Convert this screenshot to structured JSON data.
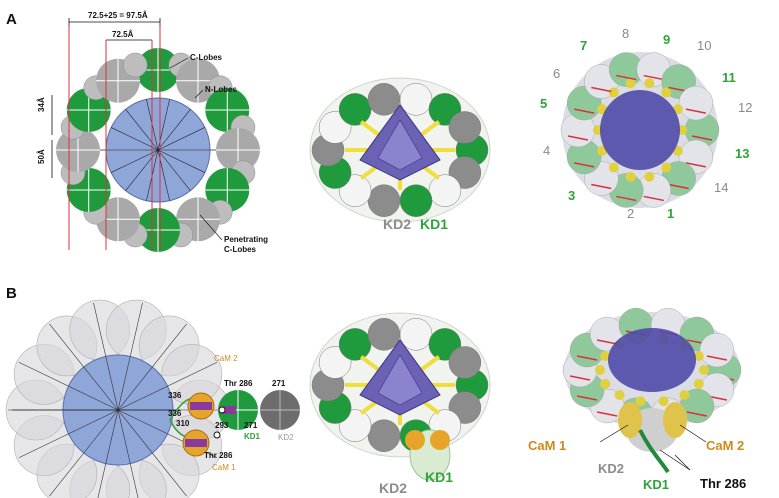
{
  "panels": {
    "a": "A",
    "b": "B"
  },
  "panel_a": {
    "dim_top": "72.5+25 = 97.5Å",
    "dim_inner": "72.5Å",
    "dim_34": "34Å",
    "dim_50": "50Å",
    "c_lobes": "C-Lobes",
    "n_lobes": "N-Lobes",
    "penetrating_1": "Penetrating",
    "penetrating_2": "C-Lobes",
    "middle_kd2": "KD2",
    "middle_kd1": "KD1",
    "subunit_numbers": [
      {
        "label": "7",
        "group": "green"
      },
      {
        "label": "8",
        "group": "grey"
      },
      {
        "label": "9",
        "group": "green"
      },
      {
        "label": "10",
        "group": "grey"
      },
      {
        "label": "6",
        "group": "grey"
      },
      {
        "label": "11",
        "group": "green"
      },
      {
        "label": "5",
        "group": "green"
      },
      {
        "label": "12",
        "group": "grey"
      },
      {
        "label": "4",
        "group": "grey"
      },
      {
        "label": "13",
        "group": "green"
      },
      {
        "label": "3",
        "group": "green"
      },
      {
        "label": "14",
        "group": "grey"
      },
      {
        "label": "2",
        "group": "grey"
      },
      {
        "label": "1",
        "group": "green"
      }
    ]
  },
  "panel_b": {
    "cam2": "CaM 2",
    "cam1": "CaM 1",
    "n336a": "336",
    "n336b": "336",
    "n310": "310",
    "n293": "293",
    "n271a": "271",
    "n271b": "271",
    "thr286_top": "Thr 286",
    "thr286_bottom": "Thr 286",
    "kd1_small": "KD1",
    "kd2_small": "KD2",
    "middle_kd2": "KD2",
    "middle_kd1": "KD1",
    "right_cam1": "CaM 1",
    "right_cam2": "CaM 2",
    "right_kd2": "KD2",
    "right_kd1": "KD1",
    "right_thr286": "Thr 286"
  },
  "colors": {
    "hub_blue": "#8fa6d8",
    "green": "#1f9a3c",
    "grey": "#9b9b9b",
    "cam_orange": "#e6a52a",
    "purple": "#6b62b5",
    "red_line": "#d8323a"
  }
}
